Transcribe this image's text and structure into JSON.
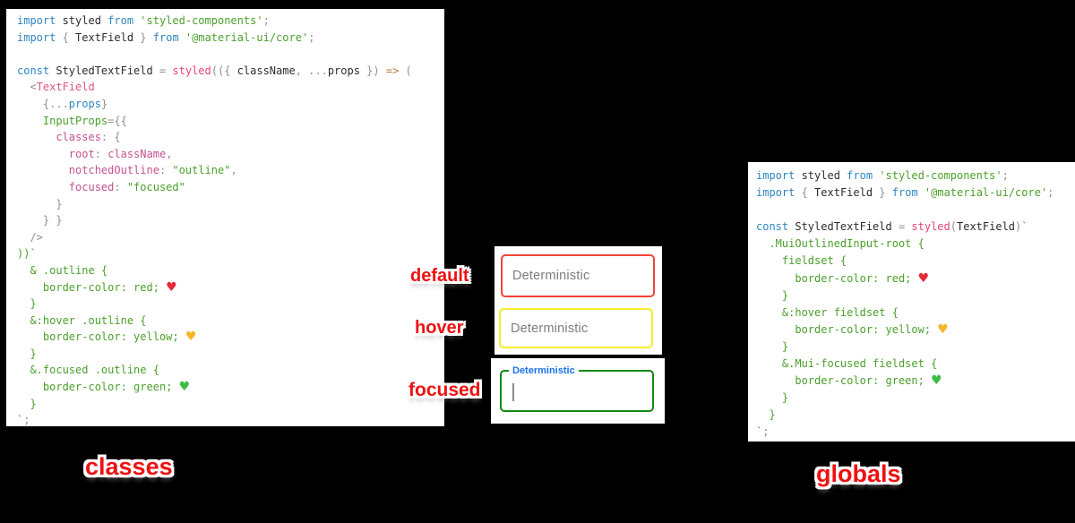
{
  "left_code": {
    "name": "classes approach code",
    "lines": [
      [
        [
          "kw",
          "import"
        ],
        [
          "def",
          " styled "
        ],
        [
          "kw",
          "from"
        ],
        [
          "str",
          " 'styled-components'"
        ],
        [
          "pun",
          ";"
        ]
      ],
      [
        [
          "kw",
          "import"
        ],
        [
          "pun",
          " { "
        ],
        [
          "def",
          "TextField"
        ],
        [
          "pun",
          " } "
        ],
        [
          "kw",
          "from"
        ],
        [
          "str",
          " '@material-ui/core'"
        ],
        [
          "pun",
          ";"
        ]
      ],
      [],
      [
        [
          "kw",
          "const"
        ],
        [
          "def",
          " StyledTextField "
        ],
        [
          "pun",
          "= "
        ],
        [
          "fn",
          "styled"
        ],
        [
          "pun",
          "(({ "
        ],
        [
          "def",
          "className"
        ],
        [
          "pun",
          ", ..."
        ],
        [
          "def",
          "props"
        ],
        [
          "pun",
          " }) "
        ],
        [
          "arrow",
          "=>"
        ],
        [
          "pun",
          " ("
        ]
      ],
      [
        [
          "pun",
          "  <"
        ],
        [
          "tag",
          "TextField"
        ]
      ],
      [
        [
          "pun",
          "    {..."
        ],
        [
          "kw",
          "props"
        ],
        [
          "pun",
          "}"
        ]
      ],
      [
        [
          "grn",
          "    InputProps"
        ],
        [
          "pun",
          "={{"
        ]
      ],
      [
        [
          "prop",
          "      classes"
        ],
        [
          "pun",
          ": {"
        ]
      ],
      [
        [
          "prop",
          "        root"
        ],
        [
          "pun",
          ": "
        ],
        [
          "prop",
          "className"
        ],
        [
          "pun",
          ","
        ]
      ],
      [
        [
          "prop",
          "        notchedOutline"
        ],
        [
          "pun",
          ": "
        ],
        [
          "str",
          "\"outline\""
        ],
        [
          "pun",
          ","
        ]
      ],
      [
        [
          "prop",
          "        focused"
        ],
        [
          "pun",
          ": "
        ],
        [
          "str",
          "\"focused\""
        ]
      ],
      [
        [
          "pun",
          "      }"
        ]
      ],
      [
        [
          "pun",
          "    } }"
        ]
      ],
      [
        [
          "pun",
          "  />"
        ]
      ],
      [
        [
          "grn",
          "))`"
        ]
      ],
      [
        [
          "grn",
          "  & .outline {"
        ]
      ],
      [
        [
          "grn",
          "    border-color: red; "
        ],
        [
          "heart heart-red",
          "♥"
        ]
      ],
      [
        [
          "grn",
          "  }"
        ]
      ],
      [
        [
          "grn",
          "  &:hover .outline {"
        ]
      ],
      [
        [
          "grn",
          "    border-color: yellow; "
        ],
        [
          "heart heart-yellow",
          "♥"
        ]
      ],
      [
        [
          "grn",
          "  }"
        ]
      ],
      [
        [
          "grn",
          "  &.focused .outline {"
        ]
      ],
      [
        [
          "grn",
          "    border-color: green; "
        ],
        [
          "heart heart-green",
          "♥"
        ]
      ],
      [
        [
          "grn",
          "  }"
        ]
      ],
      [
        [
          "grn",
          "`"
        ],
        [
          "pun",
          ";"
        ]
      ]
    ]
  },
  "right_code": {
    "name": "globals approach code",
    "lines": [
      [
        [
          "kw",
          "import"
        ],
        [
          "def",
          " styled "
        ],
        [
          "kw",
          "from"
        ],
        [
          "str",
          " 'styled-components'"
        ],
        [
          "pun",
          ";"
        ]
      ],
      [
        [
          "kw",
          "import"
        ],
        [
          "pun",
          " { "
        ],
        [
          "def",
          "TextField"
        ],
        [
          "pun",
          " } "
        ],
        [
          "kw",
          "from"
        ],
        [
          "str",
          " '@material-ui/core'"
        ],
        [
          "pun",
          ";"
        ]
      ],
      [],
      [
        [
          "kw",
          "const"
        ],
        [
          "def",
          " StyledTextField "
        ],
        [
          "pun",
          "= "
        ],
        [
          "fn",
          "styled"
        ],
        [
          "pun",
          "("
        ],
        [
          "def",
          "TextField"
        ],
        [
          "pun",
          ")"
        ],
        [
          "grn",
          "`"
        ]
      ],
      [
        [
          "grn",
          "  .MuiOutlinedInput-root {"
        ]
      ],
      [
        [
          "grn",
          "    fieldset {"
        ]
      ],
      [
        [
          "grn",
          "      border-color: red; "
        ],
        [
          "heart heart-red",
          "♥"
        ]
      ],
      [
        [
          "grn",
          "    }"
        ]
      ],
      [
        [
          "grn",
          "    &:hover fieldset {"
        ]
      ],
      [
        [
          "grn",
          "      border-color: yellow; "
        ],
        [
          "heart heart-yellow",
          "♥"
        ]
      ],
      [
        [
          "grn",
          "    }"
        ]
      ],
      [
        [
          "grn",
          "    &.Mui-focused fieldset {"
        ]
      ],
      [
        [
          "grn",
          "      border-color: green; "
        ],
        [
          "heart heart-green",
          "♥"
        ]
      ],
      [
        [
          "grn",
          "    }"
        ]
      ],
      [
        [
          "grn",
          "  }"
        ]
      ],
      [
        [
          "grn",
          "`"
        ],
        [
          "pun",
          ";"
        ]
      ]
    ]
  },
  "demo": {
    "state_labels": [
      {
        "id": "default",
        "text": "default"
      },
      {
        "id": "hover",
        "text": "hover"
      },
      {
        "id": "focused",
        "text": "focused"
      }
    ],
    "fields": [
      {
        "state": "default",
        "placeholder": "Deterministic",
        "border_color": "#f44336"
      },
      {
        "state": "hover",
        "placeholder": "Deterministic",
        "border_color": "#f7ed2c"
      },
      {
        "state": "focused",
        "label": "Deterministic",
        "border_color": "#118a11",
        "label_color": "#1a73e8"
      }
    ]
  },
  "captions": {
    "left": "classes",
    "right": "globals"
  },
  "colors": {
    "background": "#000000",
    "panel_background": "#ffffff",
    "annotation_red": "#ee1111",
    "keyword_blue": "#2e86c1",
    "string_green": "#4ba02c",
    "function_pink": "#e8427c",
    "property_magenta": "#c4518f"
  }
}
